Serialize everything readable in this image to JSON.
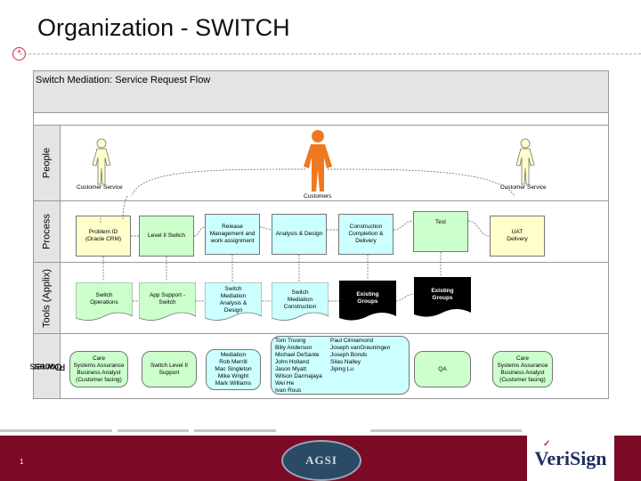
{
  "slide_title": "Organization - SWITCH",
  "diagram_title": "Switch Mediation: Service Request Flow",
  "lanes": {
    "people": "People",
    "process": "Process",
    "tools": "Tools (Applix)",
    "owner_line1": "Process",
    "owner_line2": "Owner"
  },
  "people": {
    "left": "Customer Service",
    "center": "Customers",
    "right": "Customer Service"
  },
  "process": [
    {
      "l1": "Problem ID",
      "l2": "(Oracle CRM)",
      "l3": ""
    },
    {
      "l1": "Level II Switch",
      "l2": "",
      "l3": ""
    },
    {
      "l1": "Release",
      "l2": "Management and",
      "l3": "work assignment"
    },
    {
      "l1": "Analysis & Design",
      "l2": "",
      "l3": ""
    },
    {
      "l1": "Construction",
      "l2": "Completion &",
      "l3": "Delivery"
    },
    {
      "l1": "Test",
      "l2": "",
      "l3": ""
    },
    {
      "l1": "UAT",
      "l2": "Delivery",
      "l3": ""
    }
  ],
  "tools": [
    {
      "l1": "Switch",
      "l2": "Operations",
      "l3": "",
      "l4": ""
    },
    {
      "l1": "App Support -",
      "l2": "Switch",
      "l3": "",
      "l4": ""
    },
    {
      "l1": "Switch",
      "l2": "Mediation",
      "l3": "Analysis &",
      "l4": "Design"
    },
    {
      "l1": "Switch",
      "l2": "Mediation",
      "l3": "Construction",
      "l4": ""
    },
    {
      "l1": "Existing",
      "l2": "Groups",
      "l3": "",
      "l4": ""
    },
    {
      "l1": "Existing",
      "l2": "Groups",
      "l3": "",
      "l4": ""
    }
  ],
  "owners": {
    "o1": [
      "Care",
      "Systems Assurance",
      "Business Analyst",
      "(Customer facing)"
    ],
    "o2": [
      "Switch Level II",
      "Support"
    ],
    "o3": [
      "Mediation",
      "Rob Merrill",
      "Mac Singleton",
      "Mike  Wright",
      "Mark Williams"
    ],
    "team_col1": [
      "Tom Truong",
      "Billy Anderson",
      "Michael DeSante",
      "John Holland",
      "Jason Myatt",
      "Wilson Darmajaya",
      "Wei He",
      "Ivan Rous"
    ],
    "team_col2": [
      "Paul Cinnamond",
      "Joseph vanGreuningen",
      "Joseph Bonds",
      "Silas Nalley",
      "Jiping Lu"
    ],
    "qa": "QA",
    "o6": [
      "Care",
      "Systems Assurance",
      "Business Analyst",
      "(Customer facing)"
    ]
  },
  "footer": {
    "page_number": "1",
    "agsi_logo": "AGSI",
    "verisign_logo": "VeriSign"
  },
  "colors": {
    "customer_figure": "#f07820",
    "yellow_box": "#ffffcc",
    "cyan_box": "#ccffff",
    "green_box": "#ccffcc",
    "footer_bar": "#7b0a26"
  }
}
